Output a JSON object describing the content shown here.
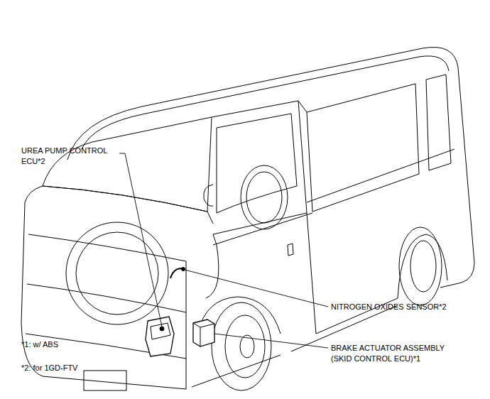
{
  "diagram": {
    "labels": [
      "UREA PUMP CONTROL ECU*2",
      "NITROGEN OXIDES SENSOR*2",
      "BRAKE ACTUATOR ASSEMBLY (SKID CONTROL ECU)*1",
      "*1: w/ ABS",
      "*2: for 1GD-FTV"
    ]
  }
}
